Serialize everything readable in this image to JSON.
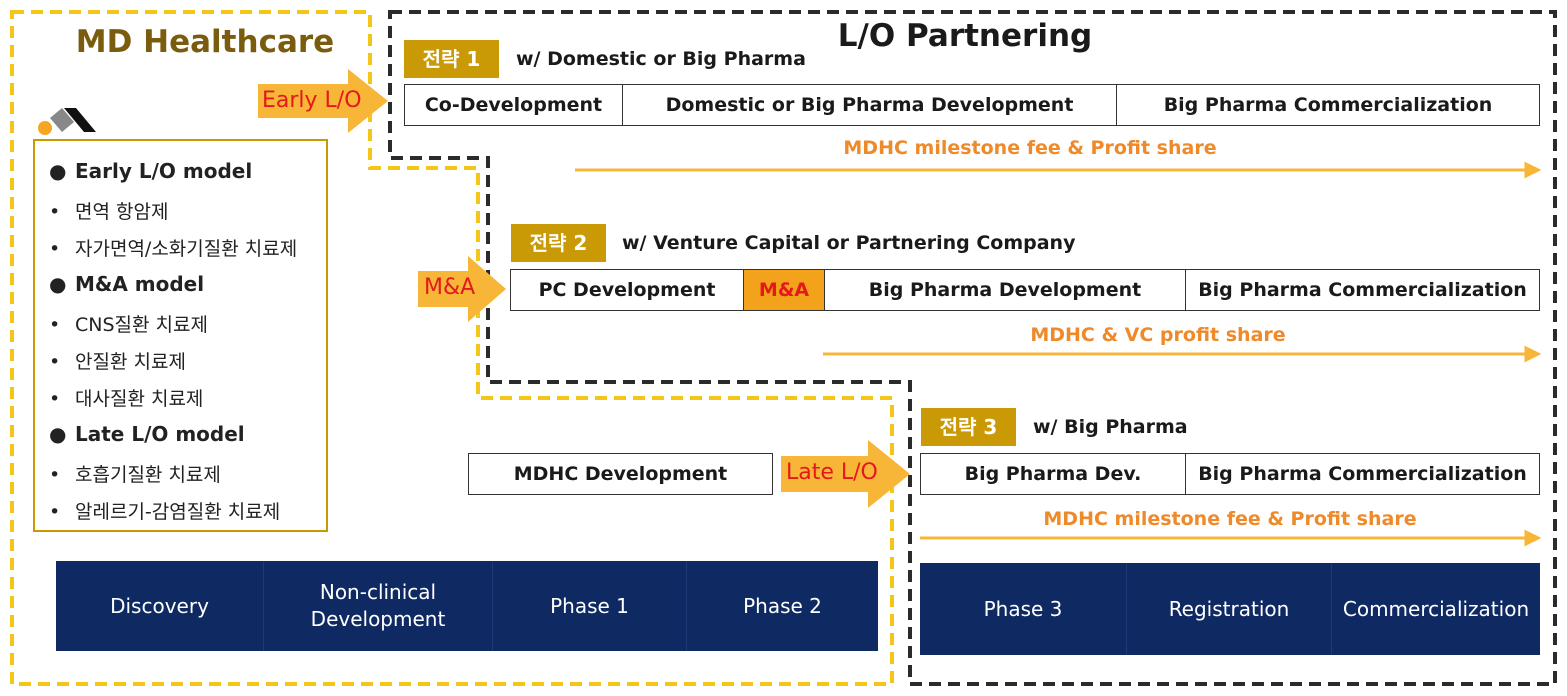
{
  "md_title": "MD Healthcare",
  "lo_title": "L/O Partnering",
  "models": [
    {
      "text": "Early L/O model",
      "head": true
    },
    {
      "text": "면역 항암제",
      "head": false
    },
    {
      "text": "자가면역/소화기질환 치료제",
      "head": false
    },
    {
      "text": "M&A model",
      "head": true
    },
    {
      "text": "CNS질환 치료제",
      "head": false
    },
    {
      "text": "안질환 치료제",
      "head": false
    },
    {
      "text": "대사질환 치료제",
      "head": false
    },
    {
      "text": "Late L/O model",
      "head": true
    },
    {
      "text": "호흡기질환 치료제",
      "head": false
    },
    {
      "text": "알레르기-감염질환 치료제",
      "head": false
    }
  ],
  "arrows": {
    "early": "Early L/O",
    "ma": "M&A",
    "late": "Late L/O"
  },
  "strategy1": {
    "tag": "전략 1",
    "subtitle": "w/ Domestic or Big Pharma",
    "cells": [
      "Co-Development",
      "Domestic or Big Pharma Development",
      "Big Pharma Commercialization"
    ],
    "flow": "MDHC milestone fee & Profit share"
  },
  "strategy2": {
    "tag": "전략 2",
    "subtitle": "w/ Venture Capital or Partnering Company",
    "cells": [
      "PC Development",
      "M&A",
      "Big Pharma Development",
      "Big Pharma Commercialization"
    ],
    "flow": "MDHC & VC profit share"
  },
  "strategy3": {
    "tag": "전략 3",
    "subtitle": "w/ Big Pharma",
    "cells": [
      "Big Pharma Dev.",
      "Big Pharma Commercialization"
    ],
    "flow": "MDHC milestone fee & Profit share"
  },
  "mdhc_development": "MDHC Development",
  "phases_left": [
    "Discovery",
    "Non-clinical\nDevelopment",
    "Phase 1",
    "Phase 2"
  ],
  "phases_right": [
    "Phase 3",
    "Registration",
    "Commercialization"
  ],
  "colors": {
    "gold": "#c99a06",
    "navy": "#0f2a63",
    "arrow": "#f7b638",
    "orange_text": "#ef8a2a",
    "red_text": "#e3191c",
    "yellow_dash": "#f5c518"
  }
}
